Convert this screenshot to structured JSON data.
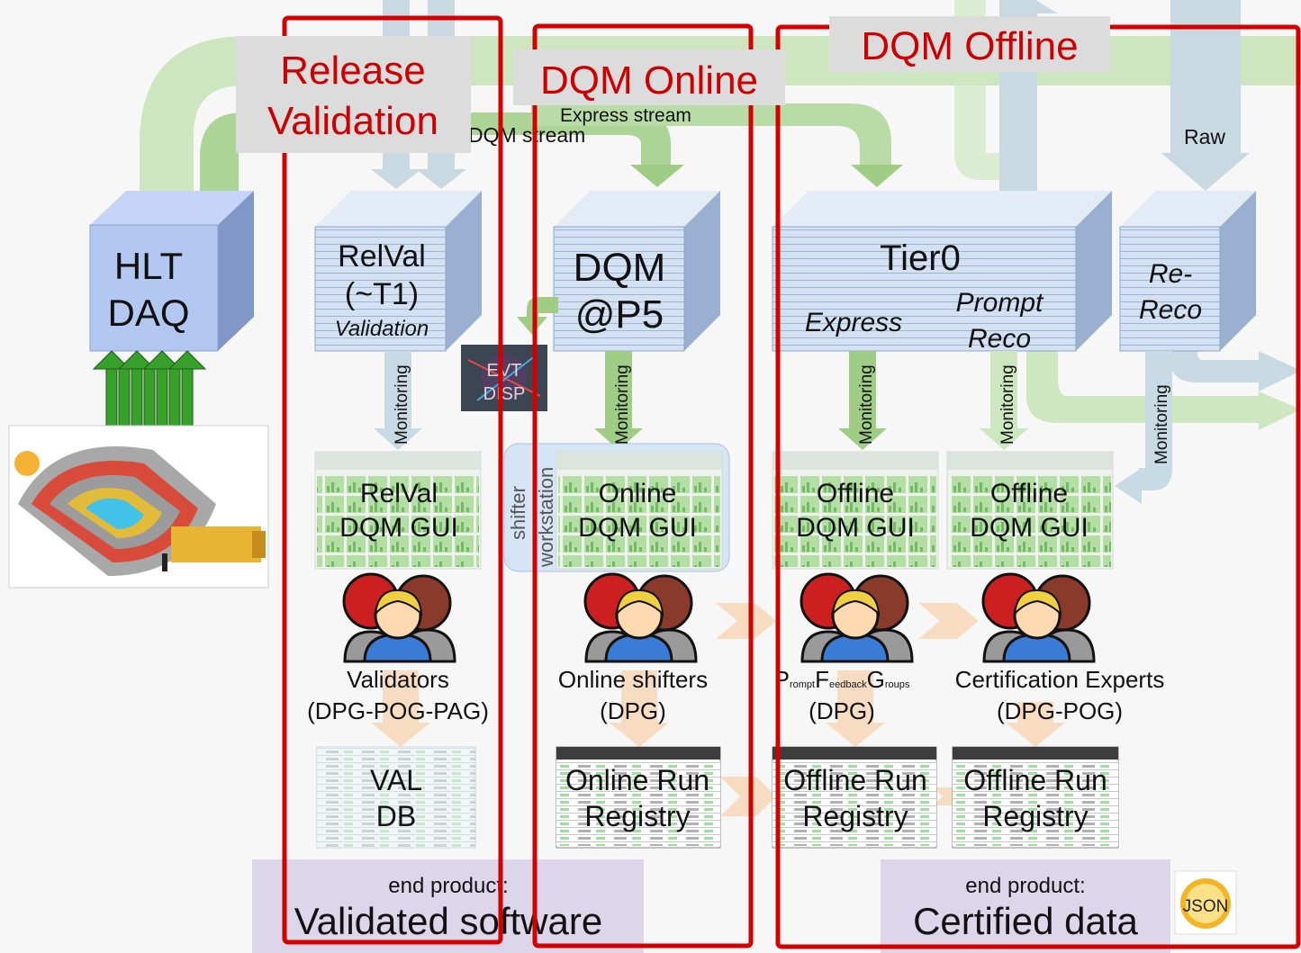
{
  "flows": {
    "dqm_stream": "DQM stream",
    "express_stream": "Express stream",
    "raw": "Raw"
  },
  "boxes": {
    "hlt": [
      "HLT",
      "DAQ"
    ],
    "relval": [
      "RelVal",
      "(~T1)",
      "Validation"
    ],
    "dqm": [
      "DQM",
      "@P5"
    ],
    "tier0": "Tier0",
    "express": "Express",
    "prompt_reco": [
      "Prompt",
      "Reco"
    ],
    "rereco": [
      "Re-",
      "Reco"
    ]
  },
  "monitoring_label": "Monitoring",
  "evt_display": [
    "EVT",
    "DISP"
  ],
  "shifter_workstation": [
    "shifter",
    "workstation"
  ],
  "guis": [
    [
      "RelVal",
      "DQM GUI"
    ],
    [
      "Online",
      "DQM GUI"
    ],
    [
      "Offline",
      "DQM GUI"
    ],
    [
      "Offline",
      "DQM GUI"
    ]
  ],
  "groups": {
    "validators": [
      "Validators",
      "(DPG-POG-PAG)"
    ],
    "online_shifters": [
      "Online shifters",
      "(DPG)"
    ],
    "pfg": {
      "P": "P",
      "rompt": "rompt",
      "F": "F",
      "eedback": "eedback",
      "G": "G",
      "roups": "roups",
      "dpg": "(DPG)"
    },
    "cert": [
      "Certification Experts",
      "(DPG-POG)"
    ]
  },
  "registries": [
    [
      "VAL",
      "DB"
    ],
    [
      "Online Run",
      "Registry"
    ],
    [
      "Offline Run",
      "Registry"
    ],
    [
      "Offline Run",
      "Registry"
    ]
  ],
  "end_products": {
    "label": "end product:",
    "software": "Validated software",
    "data": "Certified data"
  },
  "json_logo": "JSON",
  "regions": {
    "release_validation": [
      "Release",
      "Validation"
    ],
    "dqm_online": "DQM Online",
    "dqm_offline": "DQM Offline"
  },
  "colors": {
    "region_border": "#d40000",
    "region_text": "#cc0000",
    "flow_green": "#b9dba6",
    "flow_blue": "#c8dbe4",
    "box_face": "#d3e1f2",
    "box_hlt": "#b3c8f0",
    "person_red": "#cc1f1f"
  }
}
